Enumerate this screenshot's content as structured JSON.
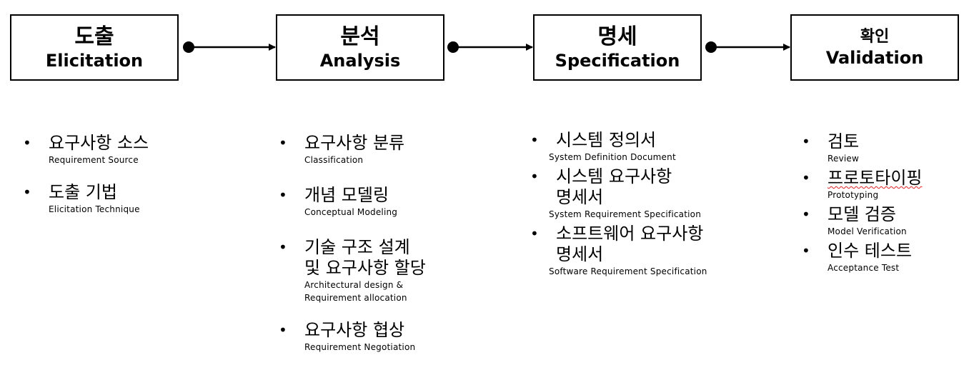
{
  "stages": [
    {
      "ko": "도출",
      "en": "Elicitation"
    },
    {
      "ko": "분석",
      "en": "Analysis"
    },
    {
      "ko": "명세",
      "en": "Specification"
    },
    {
      "ko": "확인",
      "en": "Validation"
    }
  ],
  "columns": [
    {
      "items": [
        {
          "ko": [
            "요구사항 소스"
          ],
          "en": [
            "Requirement Source"
          ]
        },
        {
          "ko": [
            "도출 기법"
          ],
          "en": [
            "Elicitation Technique"
          ]
        }
      ]
    },
    {
      "items": [
        {
          "ko": [
            "요구사항 분류"
          ],
          "en": [
            "Classification"
          ]
        },
        {
          "ko": [
            "개념 모델링"
          ],
          "en": [
            "Conceptual Modeling"
          ]
        },
        {
          "ko": [
            "기술 구조 설계",
            "및 요구사항 할당"
          ],
          "en": [
            "Architectural design &",
            "Requirement allocation"
          ]
        },
        {
          "ko": [
            "요구사항 협상"
          ],
          "en": [
            "Requirement Negotiation"
          ]
        }
      ]
    },
    {
      "items": [
        {
          "ko": [
            "시스템 정의서"
          ],
          "en": [
            "System Definition Document"
          ]
        },
        {
          "ko": [
            "시스템 요구사항",
            "명세서"
          ],
          "en": [
            "System Requirement Specification"
          ]
        },
        {
          "ko": [
            "소프트웨어 요구사항",
            "명세서"
          ],
          "en": [
            "Software Requirement Specification"
          ]
        }
      ]
    },
    {
      "items": [
        {
          "ko": [
            "검토"
          ],
          "en": [
            "Review"
          ]
        },
        {
          "ko": [
            "프로토타이핑"
          ],
          "en": [
            "Prototyping"
          ]
        },
        {
          "ko": [
            "모델 검증"
          ],
          "en": [
            "Model Verification"
          ]
        },
        {
          "ko": [
            "인수 테스트"
          ],
          "en": [
            "Acceptance Test"
          ]
        }
      ]
    }
  ],
  "bullet_symbol": "•"
}
